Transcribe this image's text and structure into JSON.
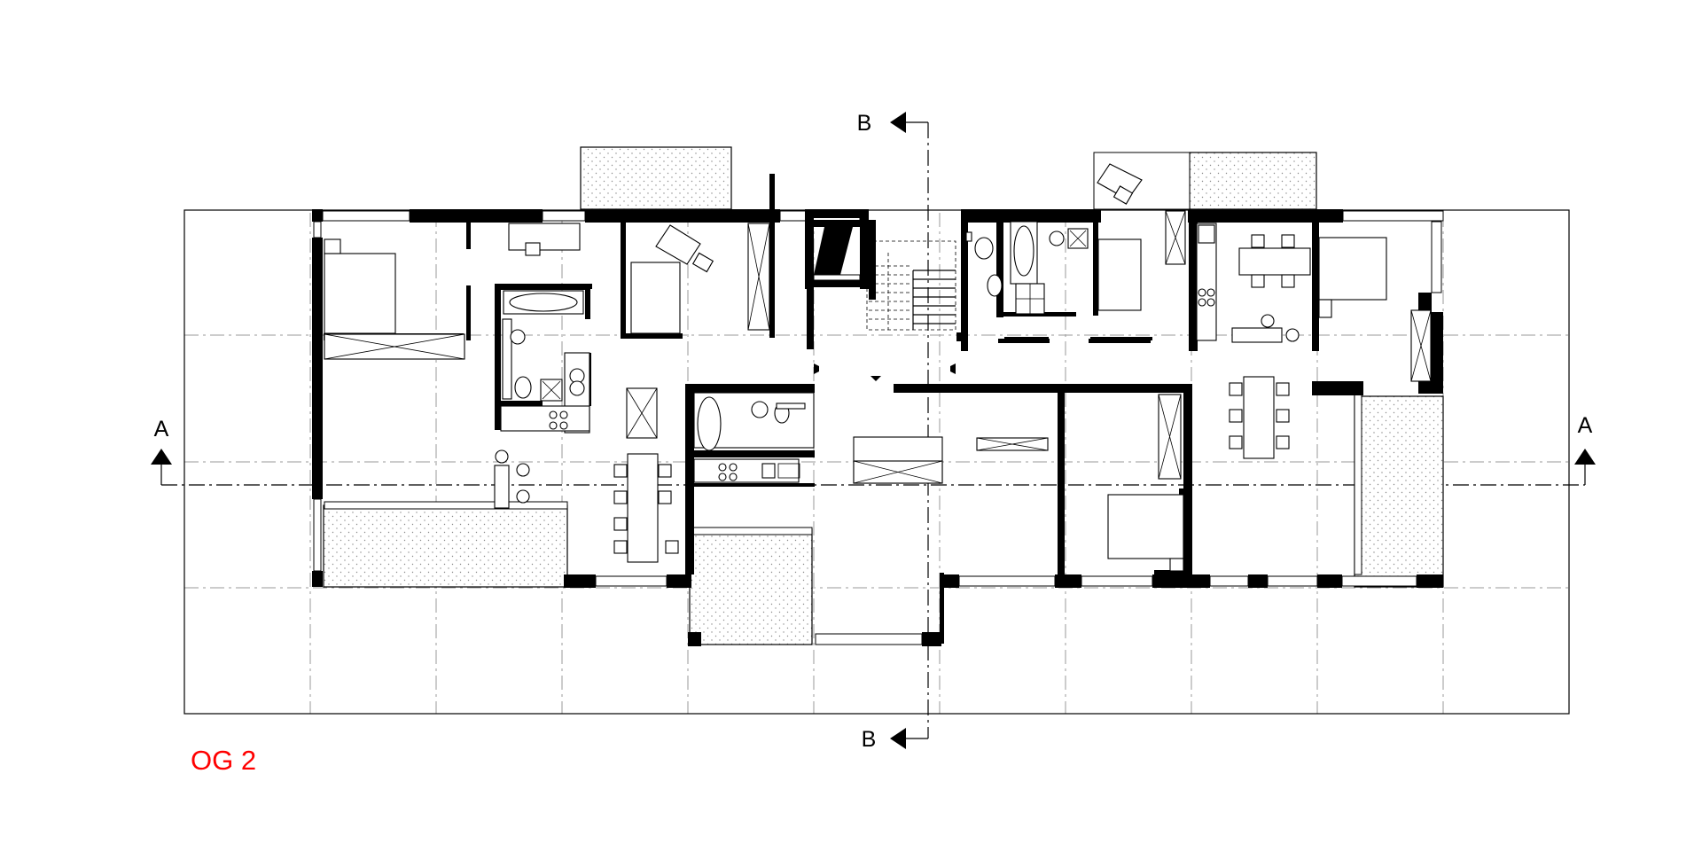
{
  "drawing": {
    "floor_label": "OG 2",
    "floor_label_color": "#ff0000",
    "section_a_label": "A",
    "section_b_label": "B"
  }
}
